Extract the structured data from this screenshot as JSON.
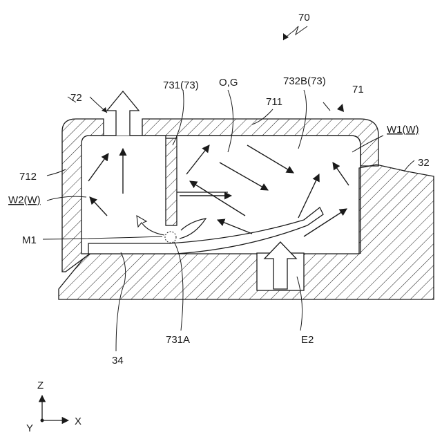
{
  "labels": {
    "assembly": "70",
    "lid": "71",
    "outlet": "72",
    "vertical_partition": "731(73)",
    "gas": "O,G",
    "right_partition": "732B(73)",
    "ceiling": "711",
    "wall_right": "W1(W)",
    "case": "32",
    "side_wall": "712",
    "wall_left": "W2(W)",
    "region": "M1",
    "partition_tip": "731A",
    "inlet": "E2",
    "plate": "34"
  },
  "axes": {
    "z": "Z",
    "y": "Y",
    "x": "X"
  },
  "colors": {
    "line": "#1a1a1a",
    "background": "#ffffff"
  }
}
